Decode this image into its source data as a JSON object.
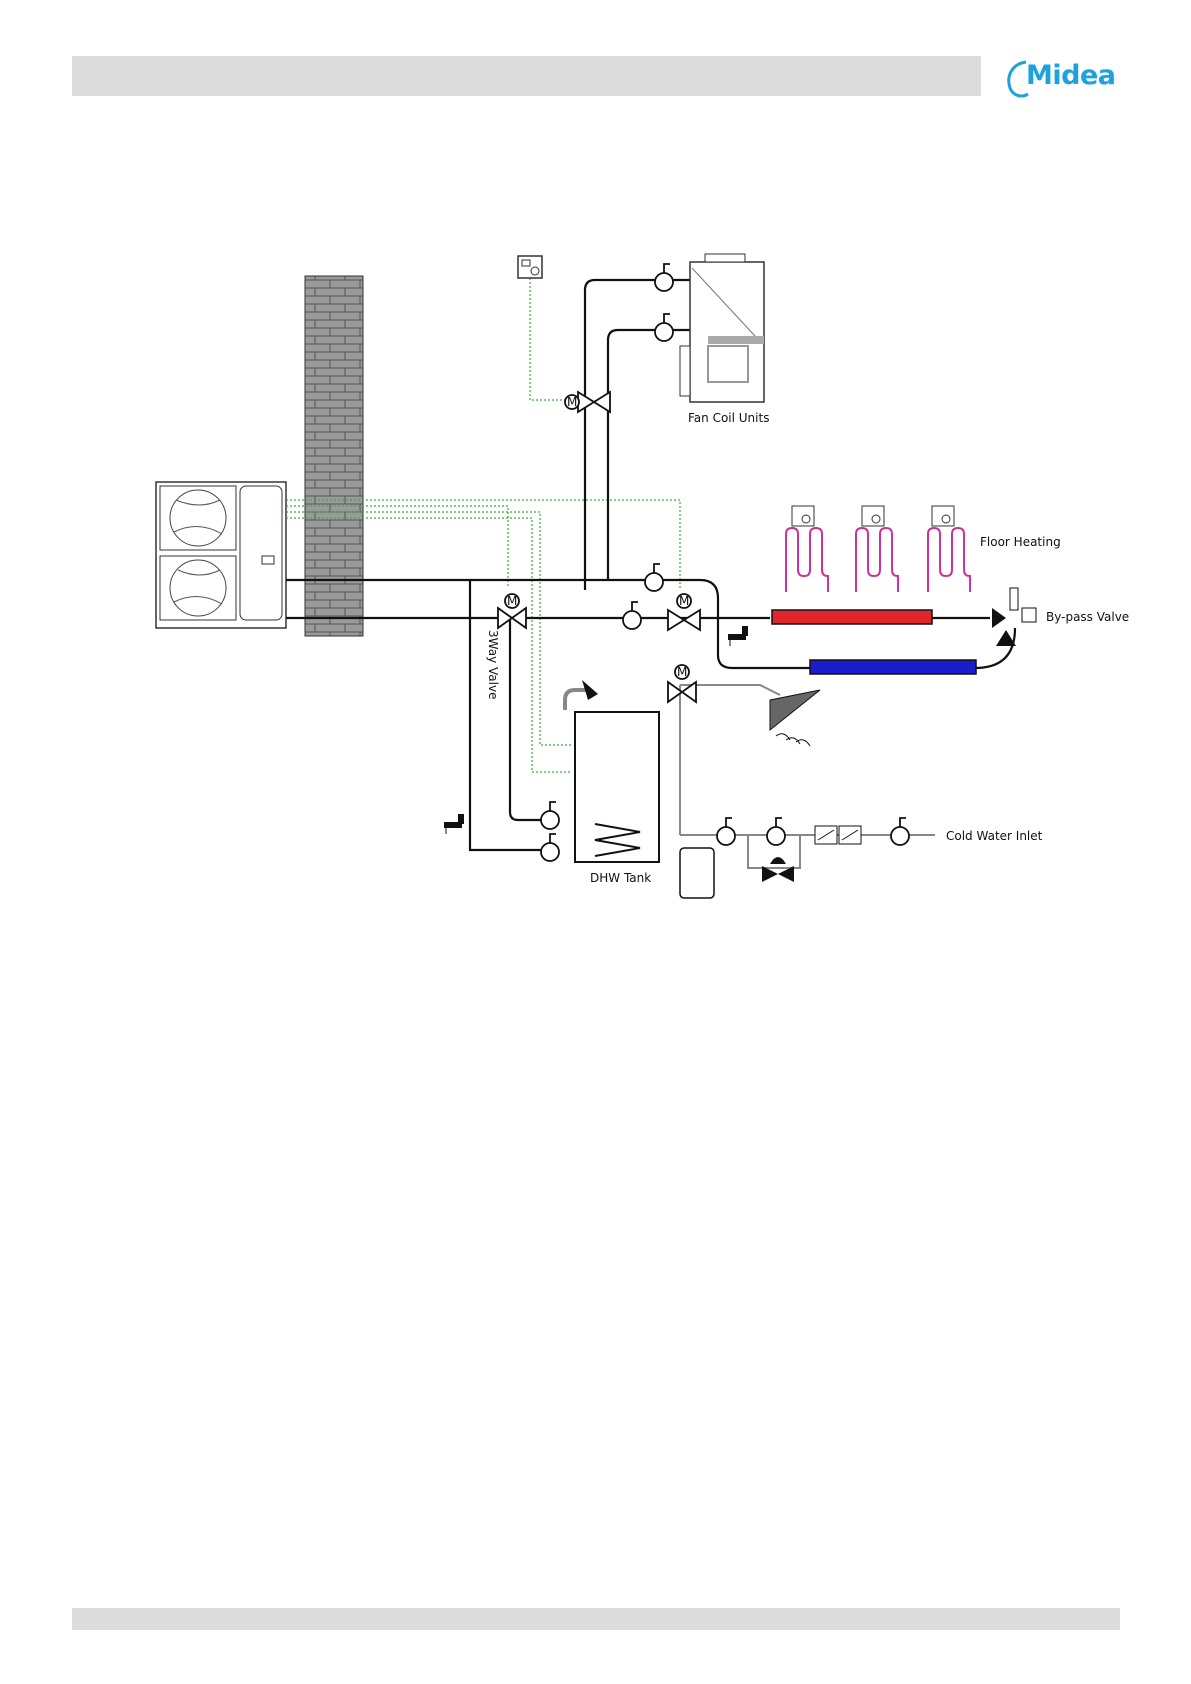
{
  "brand": {
    "name": "Midea",
    "color": "#1aa3dc"
  },
  "labels": {
    "fan_coil_units": "Fan Coil Units",
    "floor_heating": "Floor Heating",
    "bypass_valve": "By-pass Valve",
    "three_way_valve": "3Way Valve",
    "dhw_tank": "DHW Tank",
    "cold_water_inlet": "Cold Water Inlet"
  },
  "valve_marks": {
    "motor": "M"
  },
  "colors": {
    "signal_wire": "#3caa3c",
    "hot_collector": "#e0262a",
    "cold_collector": "#1c1ccc",
    "floor_loop_hot": "#cc3399",
    "floor_loop_cold": "#6655cc",
    "brick": "#9a9a9a",
    "header_gray": "#dcdcdc"
  },
  "icons": [
    "motorized-3way-valve-icon",
    "motorized-2way-valve-icon",
    "pump-icon",
    "thermostat-icon",
    "drain-tap-icon",
    "safety-valve-icon",
    "check-valve-icon",
    "expansion-vessel-icon",
    "solar-panel-icon"
  ]
}
